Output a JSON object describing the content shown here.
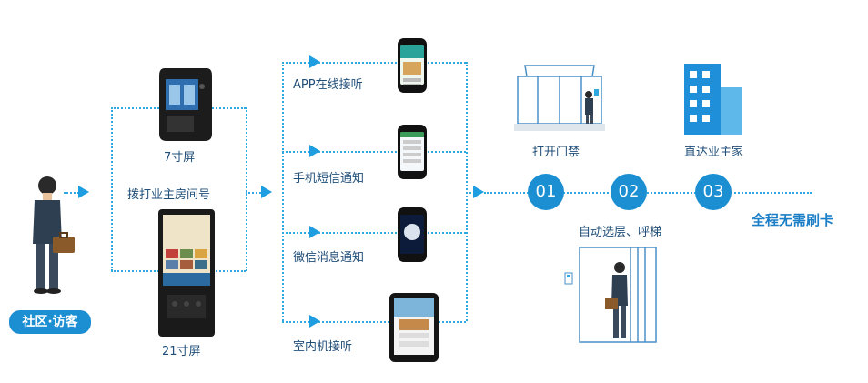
{
  "visitor": {
    "label": "社区·访客"
  },
  "devices": {
    "dial_label": "拨打业主房间号",
    "screen7_label": "7寸屏",
    "screen21_label": "21寸屏"
  },
  "notify": {
    "items": [
      {
        "label": "APP在线接听"
      },
      {
        "label": "手机短信通知"
      },
      {
        "label": "微信消息通知"
      },
      {
        "label": "室内机接听"
      }
    ]
  },
  "steps": [
    {
      "num": "01",
      "label": "打开门禁"
    },
    {
      "num": "02",
      "label": "自动选层、呼梯"
    },
    {
      "num": "03",
      "label": "直达业主家"
    }
  ],
  "slogan": "全程无需刷卡",
  "colors": {
    "accent": "#1b8fd2",
    "line": "#2fa8e0",
    "text": "#1f4e79"
  }
}
